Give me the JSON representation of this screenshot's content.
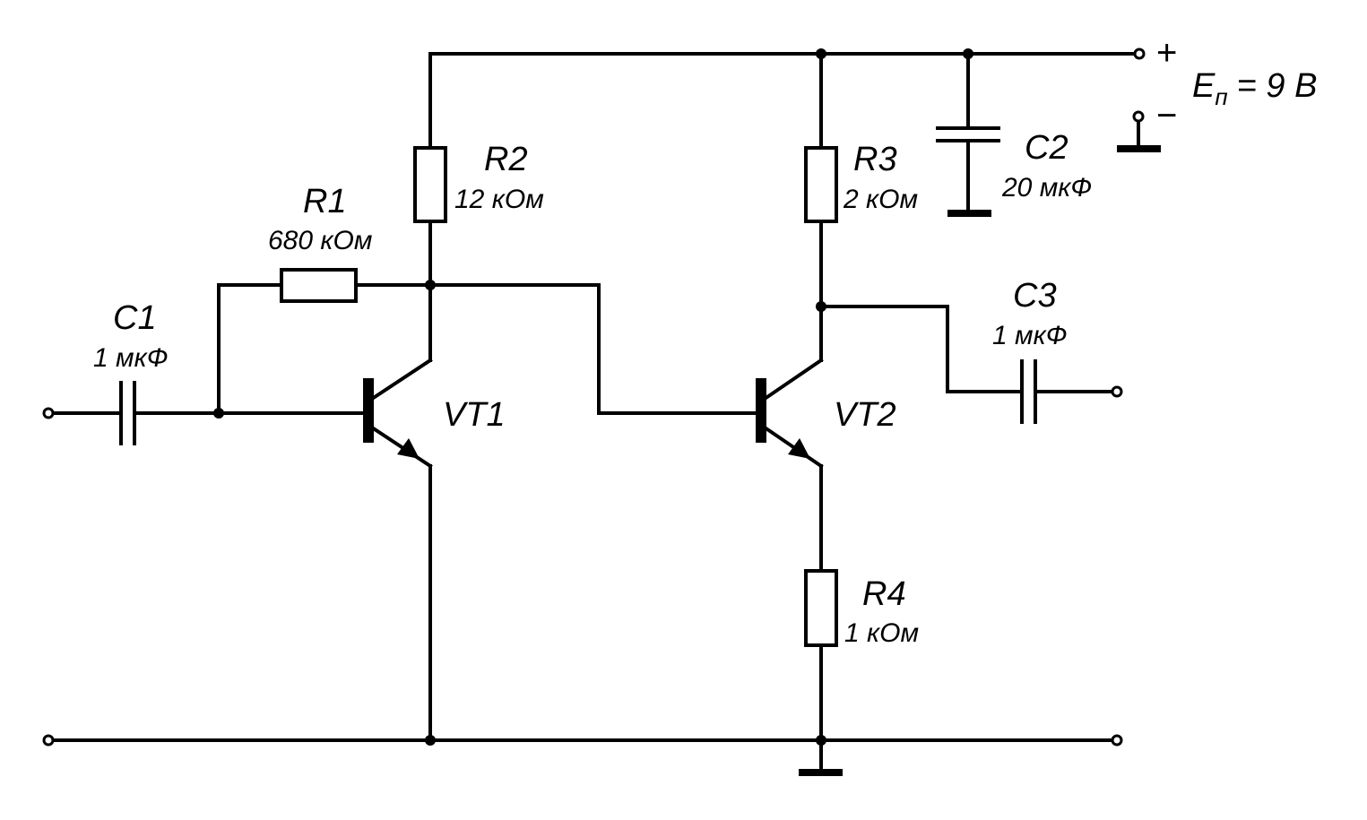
{
  "components": {
    "R1": {
      "label": "R1",
      "value": "680 кОм"
    },
    "R2": {
      "label": "R2",
      "value": "12 кОм"
    },
    "R3": {
      "label": "R3",
      "value": "2 кОм"
    },
    "R4": {
      "label": "R4",
      "value": "1 кОм"
    },
    "C1": {
      "label": "C1",
      "value": "1 мкФ"
    },
    "C2": {
      "label": "C2",
      "value": "20 мкФ"
    },
    "C3": {
      "label": "C3",
      "value": "1 мкФ"
    },
    "VT1": {
      "label": "VT1"
    },
    "VT2": {
      "label": "VT2"
    }
  },
  "supply": {
    "symbol": "E",
    "subscript": "п",
    "value": "= 9 В",
    "plus": "+",
    "minus": "−"
  }
}
